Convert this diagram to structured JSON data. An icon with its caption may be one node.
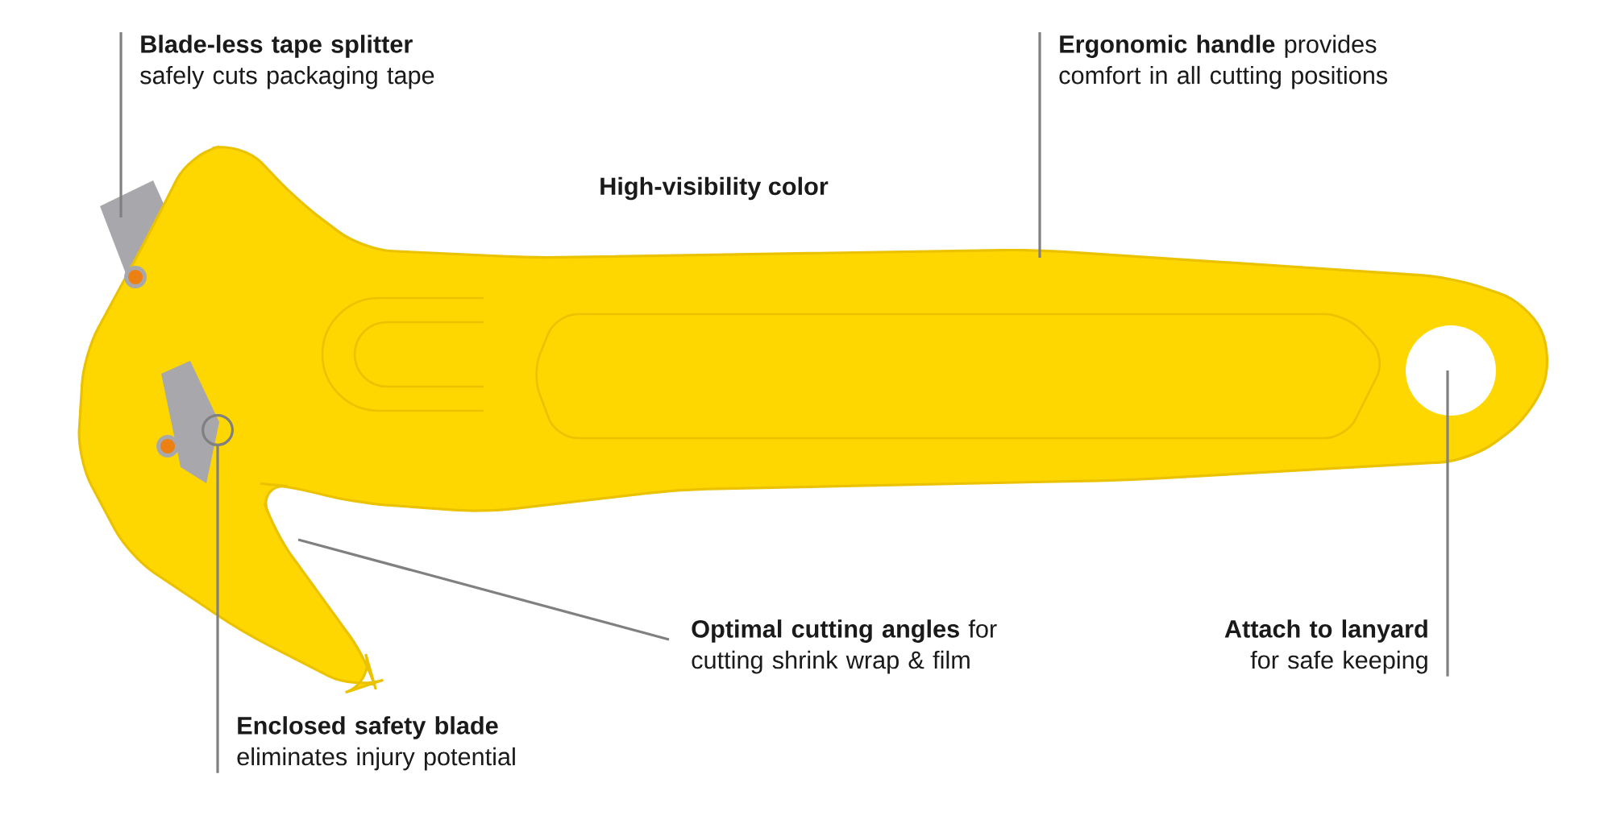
{
  "diagram": {
    "nodes": [
      {
        "text": [
          "Blade-less tape splitter",
          "safely cuts packaging tape"
        ]
      },
      {
        "text": [
          "**Ergonomic handle** provides comfort in all cutting positions"
        ]
      },
      {
        "text": [
          "**Optimal cutting angles** for cutting shrink wrap & film"
        ]
      },
      {
        "text": [
          "Attach to lanyard",
          "for safe keeping"
        ]
      },
      {
        "text": [
          "Enclosed safety blade",
          "eliminates injury potential"
        ]
      }
    ],
    "edges": [
      {
        "from": 0,
        "to": null,
        "arrow": "none"
      },
      {
        "from": 1,
        "to": null,
        "arrow": "none"
      },
      {
        "from": 2,
        "to": null,
        "arrow": "none"
      },
      {
        "from": 3,
        "to": null,
        "arrow": "none"
      },
      {
        "from": 4,
        "to": null,
        "arrow": "other"
      }
    ],
    "labels": [
      "High-visibility color"
    ]
  }
}
